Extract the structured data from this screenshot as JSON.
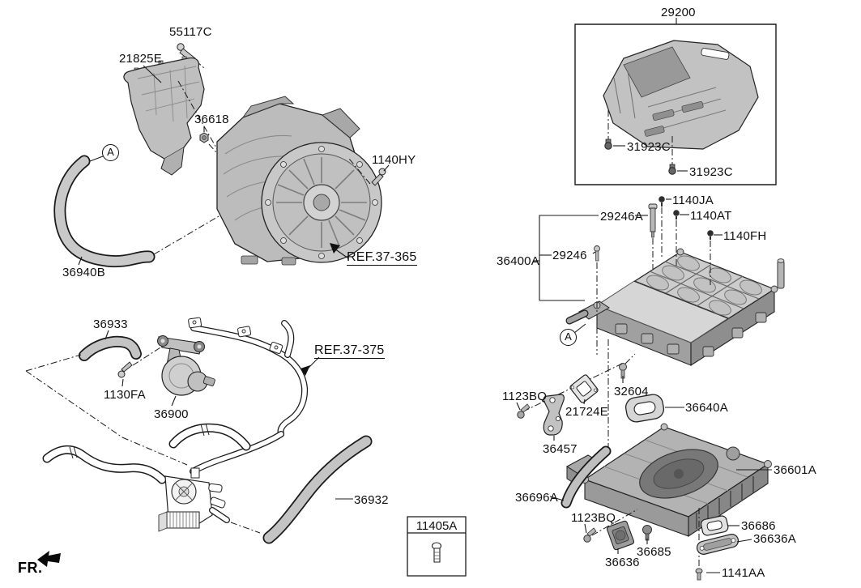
{
  "colors": {
    "line": "#1a1a1a",
    "part_gray": "#c6c6c6",
    "part_gray_dark": "#8f8f8f",
    "background": "#ffffff"
  },
  "callout_letter": "A",
  "fr_indicator": "FR.",
  "part_labels": {
    "n55117C": "55117C",
    "n21825E": "21825E",
    "n36618": "36618",
    "n1140HY": "1140HY",
    "n36940B": "36940B",
    "n36933": "36933",
    "n1130FA": "1130FA",
    "n36900": "36900",
    "n36932": "36932",
    "n11405A": "11405A",
    "n29200": "29200",
    "n31923C": "31923C",
    "n1140JA": "1140JA",
    "n29246A": "29246A",
    "n1140AT": "1140AT",
    "n1140FH": "1140FH",
    "n36400A": "36400A",
    "n29246": "29246",
    "n32604": "32604",
    "n1123BQ": "1123BQ",
    "n21724E": "21724E",
    "n36640A": "36640A",
    "n36457": "36457",
    "n36696A": "36696A",
    "n36601A": "36601A",
    "n36686": "36686",
    "n36636A": "36636A",
    "n36685": "36685",
    "n36636": "36636",
    "n1141AA": "1141AA"
  },
  "reference_links": {
    "ref_37_365": "REF.37-365",
    "ref_37_375": "REF.37-375"
  }
}
